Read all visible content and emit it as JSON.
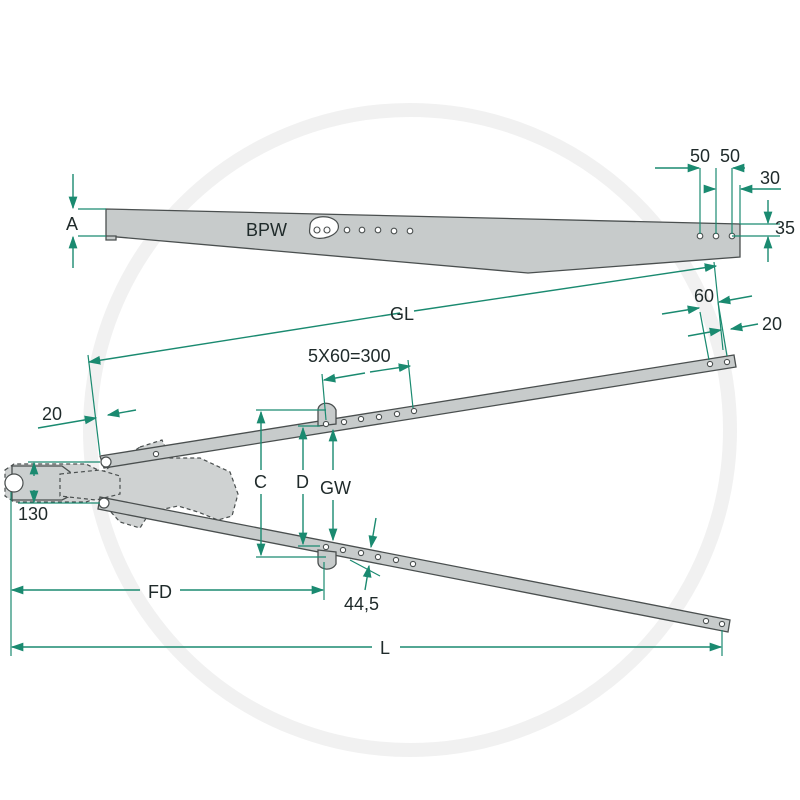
{
  "labels": {
    "bpw": "BPW",
    "a": "A",
    "fifty_1": "50",
    "fifty_2": "50",
    "thirty": "30",
    "thirtyfive": "35",
    "sixty": "60",
    "twenty_right": "20",
    "gl": "GL",
    "holes_spacing": "5X60=300",
    "twenty_left": "20",
    "c": "C",
    "d": "D",
    "gw": "GW",
    "one_thirty": "130",
    "fd": "FD",
    "forty_four_five": "44,5",
    "l": "L"
  },
  "colors": {
    "dimension": "#1a8a70",
    "part_fill": "#c7cbcb",
    "outline": "#4a4f4f"
  }
}
